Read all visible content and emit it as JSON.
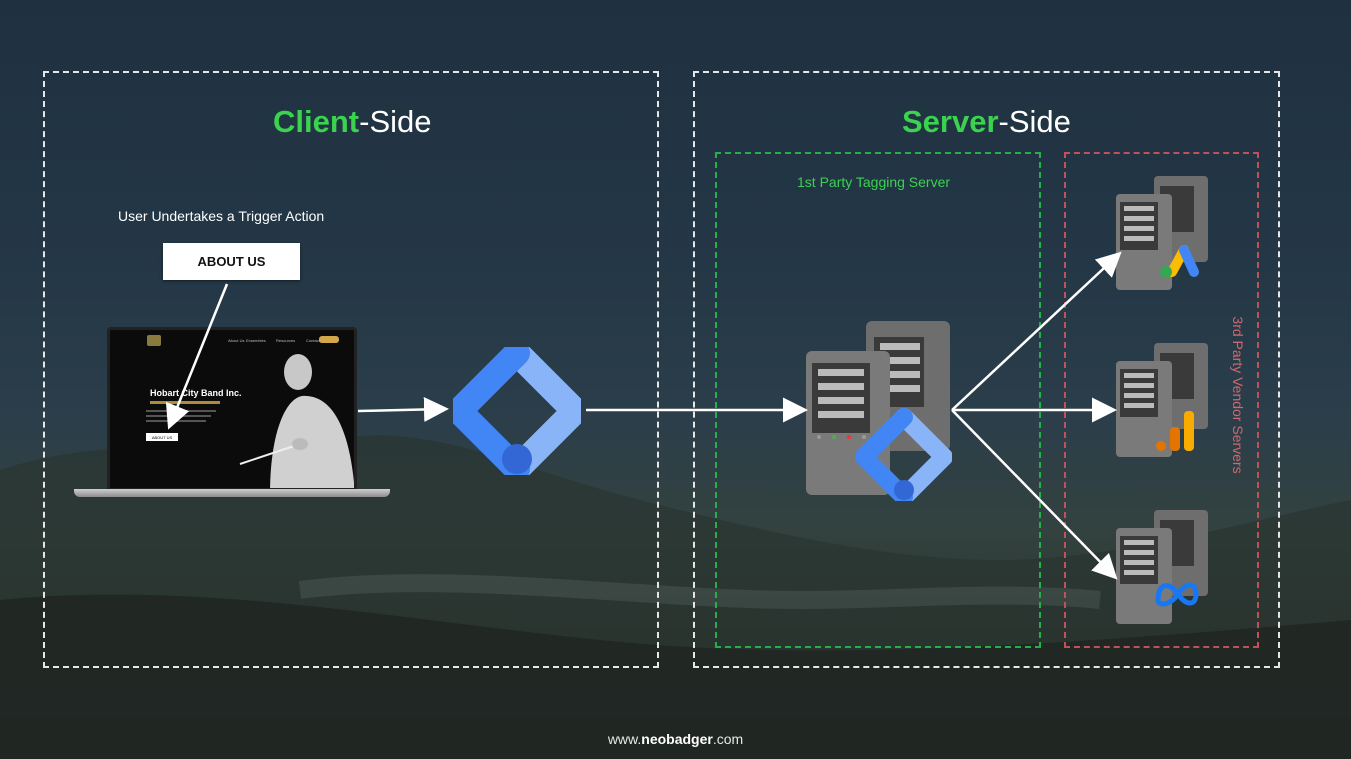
{
  "client": {
    "heading_accent": "Client",
    "heading_rest": "-Side",
    "trigger_text": "User Undertakes a Trigger Action",
    "button_label": "ABOUT US"
  },
  "laptop_screen": {
    "site_title": "Hobart City Band Inc.",
    "button_label": "ABOUT US",
    "nav": [
      "About Us",
      "Ensembles",
      "Resources",
      "Contact"
    ]
  },
  "server": {
    "heading_accent": "Server",
    "heading_rest": "-Side",
    "first_party_label": "1st Party Tagging Server",
    "third_party_label": "3rd Party Vendor Servers"
  },
  "vendors": [
    {
      "icon": "google-ads-icon"
    },
    {
      "icon": "google-analytics-icon"
    },
    {
      "icon": "meta-icon"
    }
  ],
  "footer": {
    "prefix": "www.",
    "brand": "neobadger",
    "suffix": ".com"
  },
  "colors": {
    "accent_green": "#3ad24f",
    "first_party_border": "#22b04a",
    "third_party_border": "#c0505a",
    "gtm_blue": "#4285f4",
    "gtm_light": "#8ab4f8"
  }
}
